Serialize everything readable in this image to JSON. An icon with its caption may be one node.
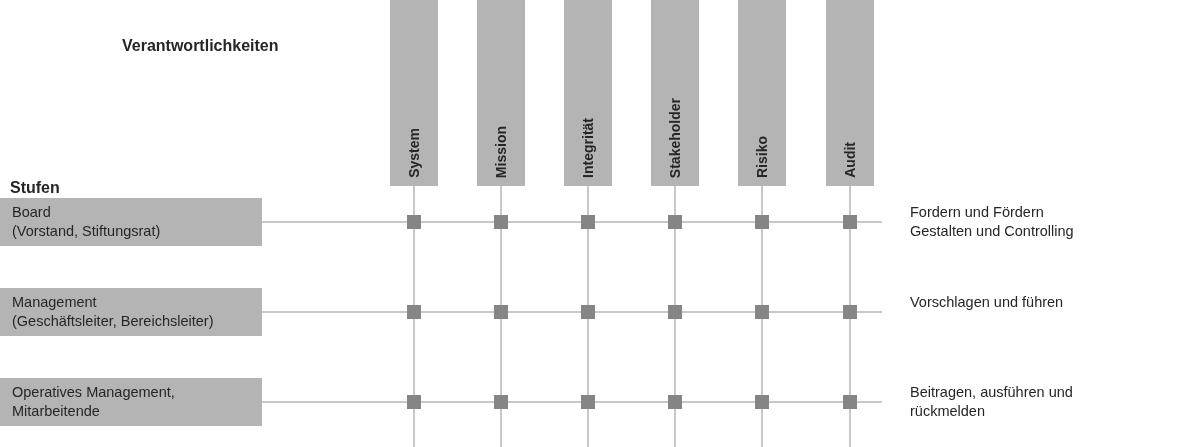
{
  "diagram": {
    "nodes": [
      {
        "text": [
          "System"
        ]
      },
      {
        "text": [
          "Mission"
        ]
      },
      {
        "text": [
          "Integrität"
        ]
      },
      {
        "text": [
          "Stakeholder"
        ]
      },
      {
        "text": [
          "Risiko"
        ]
      },
      {
        "text": [
          "Audit"
        ]
      },
      {
        "text": [
          "Board",
          "(Vorstand, Stiftungsrat)"
        ]
      },
      {
        "text": [
          "Management",
          "(Geschäftsleiter, Bereichsleiter)"
        ]
      },
      {
        "text": [
          "Operatives Management, Mitarbeitende"
        ]
      }
    ],
    "labels": [
      "Verantwortlichkeiten",
      "Stufen",
      "Fordern und Fördern",
      "Gestalten und Controlling",
      "Vorschlagen und führen",
      "Beitragen, ausführen und rückmelden"
    ]
  }
}
